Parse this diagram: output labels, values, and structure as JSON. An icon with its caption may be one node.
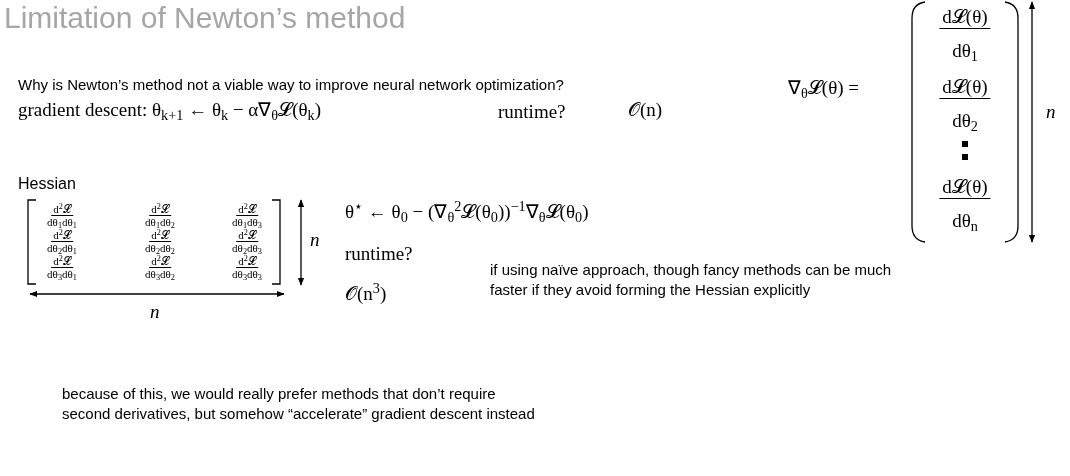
{
  "diagram": {
    "title": "Limitation of Newton’s method",
    "labels": [
      "Why is Newton’s method not a viable way to improve neural network optimization?",
      "gradient descent: θ$_{k+1}$ ← θ$_{k}$ − α∇$_{θ}$𝓛(θ$_{k}$)",
      "runtime?",
      "𝒪(n)",
      "Hessian",
      "d$^{2}$𝓛",
      "d$^{2}$𝓛",
      "d$^{2}$𝓛",
      "dθ$_{1}$dθ$_{1}$",
      "dθ$_{1}$dθ$_{2}$",
      "dθ$_{1}$dθ$_{3}$",
      "d$^{2}$𝓛",
      "d$^{2}$𝓛",
      "d$^{2}$𝓛",
      "dθ$_{2}$dθ$_{1}$",
      "dθ$_{2}$dθ$_{2}$",
      "dθ$_{2}$dθ$_{3}$",
      "d$^{2}$𝓛",
      "d$^{2}$𝓛",
      "d$^{2}$𝓛",
      "dθ$_{3}$dθ$_{1}$",
      "dθ$_{3}$dθ$_{2}$",
      "dθ$_{3}$dθ$_{3}$",
      "n",
      "n",
      "θ$^{⋆}$ ← θ$_{0}$ − (∇$_{θ}$$^{2}$𝓛(θ$_{0}$))$^{−1}$∇$_{θ}$𝓛(θ$_{0}$)",
      "runtime?",
      "𝒪(n$^{3}$)",
      "if using naïve approach, though fancy methods can be much faster if they avoid forming the Hessian explicitly",
      "∇$_{θ}$𝓛(θ) =",
      "d𝓛(θ)",
      "dθ$_{1}$",
      "d𝓛(θ)",
      "dθ$_{2}$",
      "d𝓛(θ)",
      "dθ$_{n}$",
      "n",
      "because of this, we would really prefer methods that don’t require second derivatives, but somehow “accelerate” gradient descent instead"
    ]
  }
}
